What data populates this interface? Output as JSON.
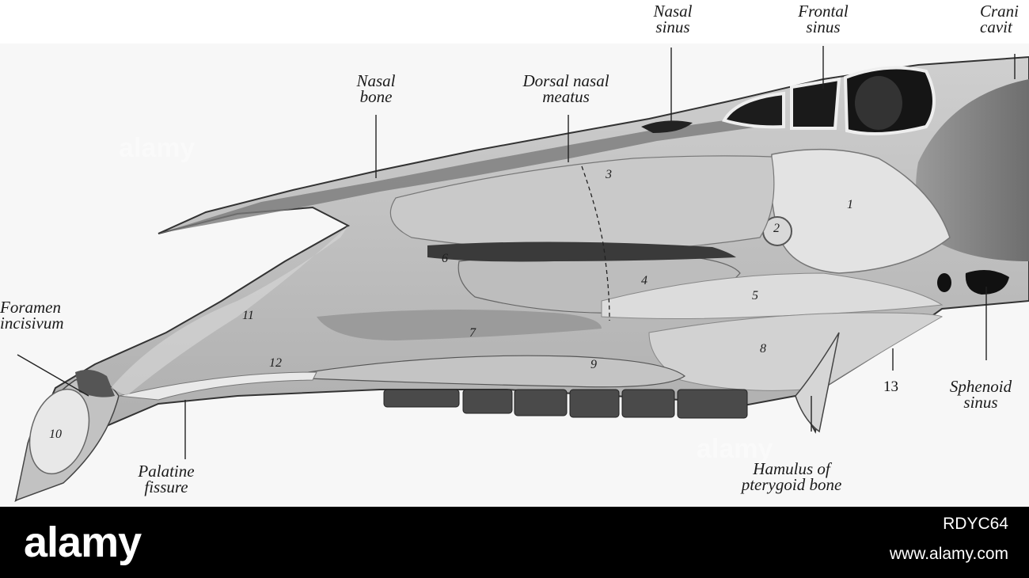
{
  "labels": {
    "nasal_sinus": [
      "Nasal",
      "sinus"
    ],
    "frontal_sinus": [
      "Frontal",
      "sinus"
    ],
    "cranial_cavity": [
      "Crani",
      "cavit"
    ],
    "nasal_bone": [
      "Nasal",
      "bone"
    ],
    "dorsal_nasal_meatus": [
      "Dorsal nasal",
      "meatus"
    ],
    "foramen_incisivum": [
      "Foramen",
      "incisivum"
    ],
    "palatine_fissure": [
      "Palatine",
      "fissure"
    ],
    "hamulus": [
      "Hamulus of",
      "pterygoid bone"
    ],
    "sphenoid_sinus": [
      "Sphenoid",
      "sinus"
    ]
  },
  "numbers": [
    "1",
    "2",
    "3",
    "4",
    "5",
    "6",
    "7",
    "8",
    "9",
    "10",
    "11",
    "12",
    "13"
  ],
  "watermark": {
    "logo": "alamy",
    "image_id": "RDYC64",
    "url": "www.alamy.com"
  }
}
